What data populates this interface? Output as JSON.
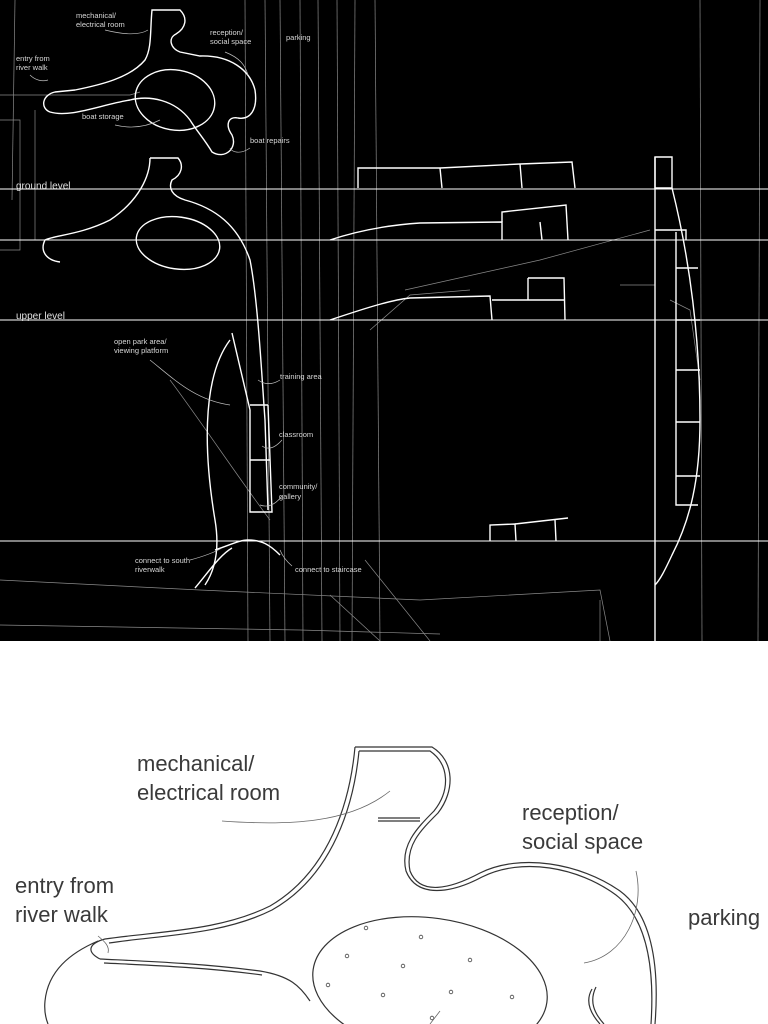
{
  "plan_labels": {
    "mechanical": [
      "mechanical/",
      "electrical room"
    ],
    "reception": [
      "reception/",
      "social space"
    ],
    "parking": "parking",
    "entry": [
      "entry from",
      "river walk"
    ],
    "boat_storage": "boat storage",
    "boat_repairs": "boat repairs",
    "open_park": [
      "open park area/",
      "viewing platform"
    ],
    "training": "training area",
    "classroom": "classroom",
    "community": [
      "community/",
      "gallery"
    ],
    "connect_south": [
      "connect to south",
      "riverwalk"
    ],
    "connect_staircase": "connect to staircase"
  },
  "level_labels": {
    "ground": "ground level",
    "upper": "upper level"
  },
  "detail_labels": {
    "mechanical": [
      "mechanical/",
      "electrical room"
    ],
    "reception": [
      "reception/",
      "social space"
    ],
    "entry": [
      "entry from",
      "river walk"
    ],
    "parking": "parking"
  },
  "colors": {
    "top_background": "#000000",
    "top_lines": "#ffffff",
    "bottom_background": "#ffffff",
    "bottom_lines": "#333333"
  }
}
